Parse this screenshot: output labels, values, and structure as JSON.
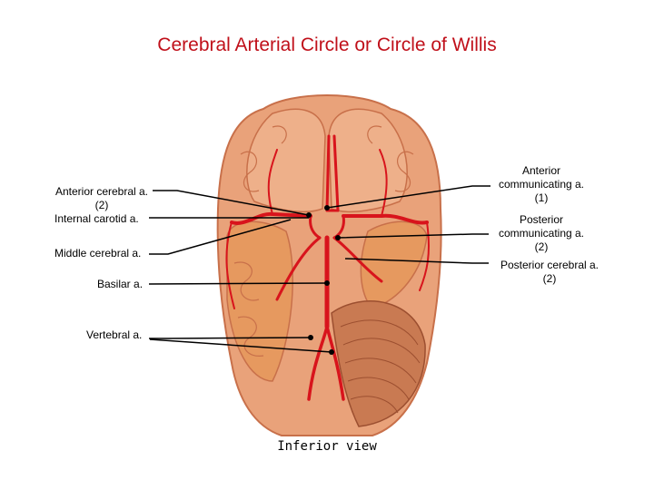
{
  "title": "Cerebral Arterial Circle or Circle of Willis",
  "view_caption": "Inferior view",
  "labels": {
    "anterior_cerebral": "Anterior cerebral a.",
    "anterior_cerebral_count": "(2)",
    "internal_carotid": "Internal carotid a.",
    "middle_cerebral": "Middle cerebral a.",
    "basilar": "Basilar a.",
    "vertebral": "Vertebral a.",
    "anterior_communicating_1": "Anterior",
    "anterior_communicating_2": "communicating a.",
    "anterior_communicating_count": "(1)",
    "posterior_communicating_1": "Posterior",
    "posterior_communicating_2": "communicating a.",
    "posterior_communicating_count": "(2)",
    "posterior_cerebral": "Posterior cerebral a.",
    "posterior_cerebral_count": "(2)"
  },
  "colors": {
    "title": "#c0101a",
    "brain_tissue": "#e9a27a",
    "brain_dark": "#c8704a",
    "artery": "#d8141c",
    "cerebellum": "#b85a3a"
  }
}
